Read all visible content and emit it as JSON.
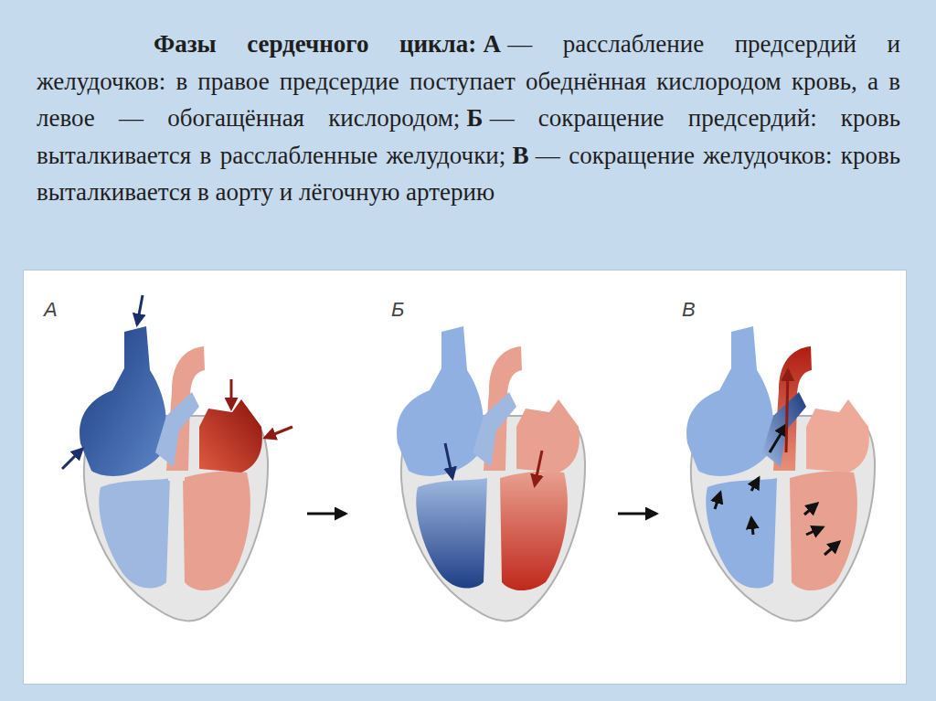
{
  "diagram": {
    "title": "Фазы сердечного цикла:",
    "labels": [
      "А",
      "— расслабление предсердий и желудочков: в правое предсердие поступает обеднённая кислородом кровь, а в левое — обогащённая кислородом;",
      "Б",
      "— сокращение предсердий: кровь выталкивается в расслабленные желудочки;",
      "В",
      "— сокращение желудочков: кровь выталкивается в аорту и лёгочную артерию",
      "А",
      "Б",
      "В"
    ]
  }
}
